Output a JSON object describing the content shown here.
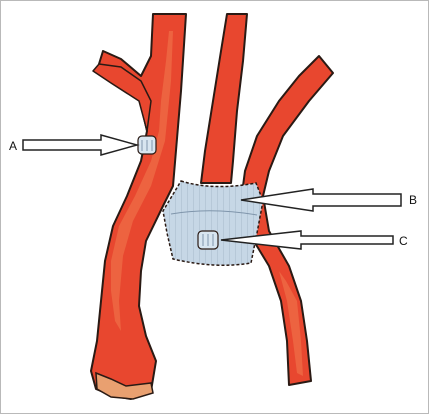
{
  "figure": {
    "callouts": [
      {
        "id": "A",
        "label": "A"
      },
      {
        "id": "B",
        "label": "B"
      },
      {
        "id": "C",
        "label": "C"
      }
    ]
  },
  "colors": {
    "vessel": "#e8472f",
    "vessel_highlight": "#f07a4e",
    "vessel_outline": "#2a1a14",
    "graft": "#c6d7e6",
    "graft_lines": "#7f95ab",
    "arrow": "#ffffff",
    "arrow_outline": "#222222",
    "frame": "#b9b9b9",
    "background": "#ffffff",
    "tissue_tan": "#e9a070"
  }
}
